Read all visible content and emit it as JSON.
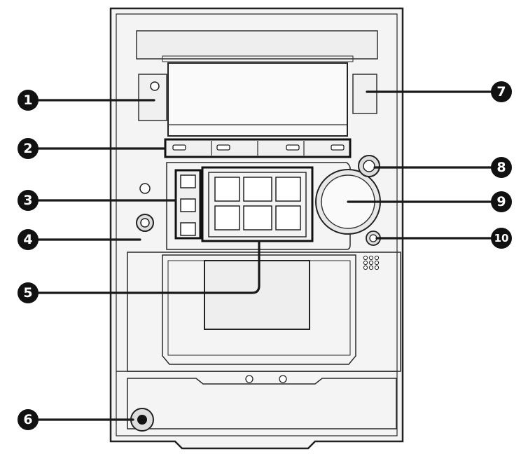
{
  "callouts": [
    {
      "number": "1"
    },
    {
      "number": "2"
    },
    {
      "number": "3"
    },
    {
      "number": "4"
    },
    {
      "number": "5"
    },
    {
      "number": "6"
    },
    {
      "number": "7"
    },
    {
      "number": "8"
    },
    {
      "number": "9"
    },
    {
      "number": "10"
    }
  ],
  "colors": {
    "ink": "#1a1a1a",
    "paper": "#ffffff",
    "body_tint": "#f2f2f2"
  }
}
